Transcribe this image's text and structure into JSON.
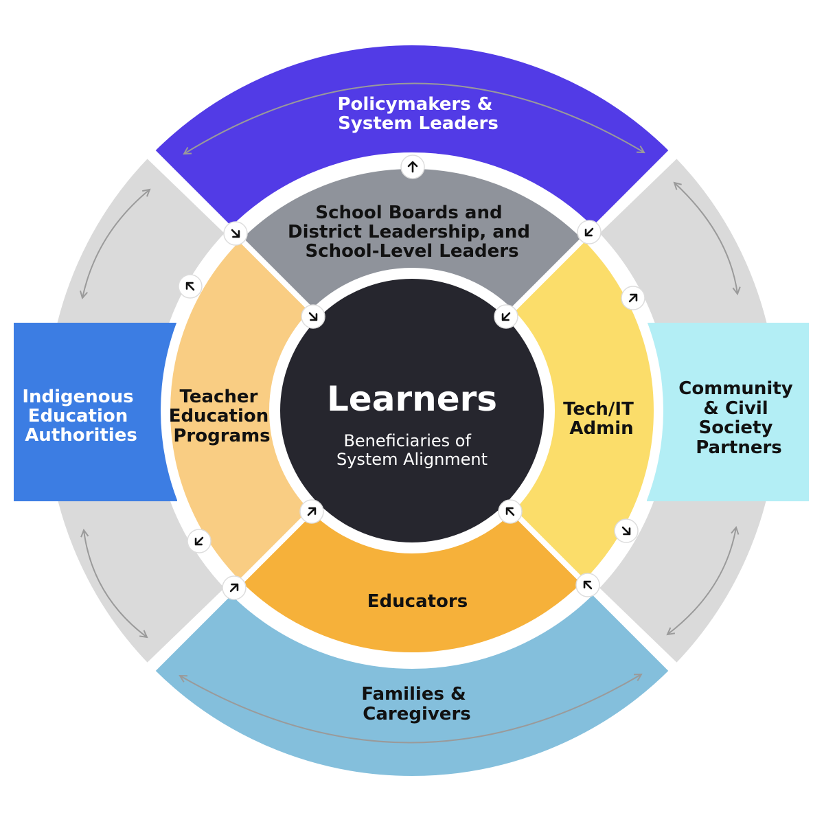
{
  "diagram": {
    "center": {
      "title": "Learners",
      "subtitle_lines": [
        "Beneficiaries of",
        "System Alignment"
      ]
    },
    "inner_ring": {
      "top": {
        "lines": [
          "School Boards and",
          "District Leadership, and",
          "School-Level Leaders"
        ],
        "color": "#8f939b"
      },
      "right": {
        "lines": [
          "Tech/IT",
          "Admin"
        ],
        "color": "#fbdd6a"
      },
      "bottom": {
        "lines": [
          "Educators"
        ],
        "color": "#f6b13a"
      },
      "left": {
        "lines": [
          "Teacher",
          "Education",
          "Programs"
        ],
        "color": "#f9cd83"
      }
    },
    "outer_ring": {
      "top": {
        "lines": [
          "Policymakers &",
          "System Leaders"
        ],
        "color": "#523be6"
      },
      "right": {
        "lines": [
          "Community",
          "& Civil",
          "Society",
          "Partners"
        ],
        "color": "#b3eef5"
      },
      "bottom": {
        "lines": [
          "Families &",
          "Caregivers"
        ],
        "color": "#84bfdc"
      },
      "left": {
        "lines": [
          "Indigenous",
          "Education",
          "Authorities"
        ],
        "color": "#3c7de3"
      },
      "gap_color": "#dadada"
    },
    "center_color": "#26262e"
  }
}
